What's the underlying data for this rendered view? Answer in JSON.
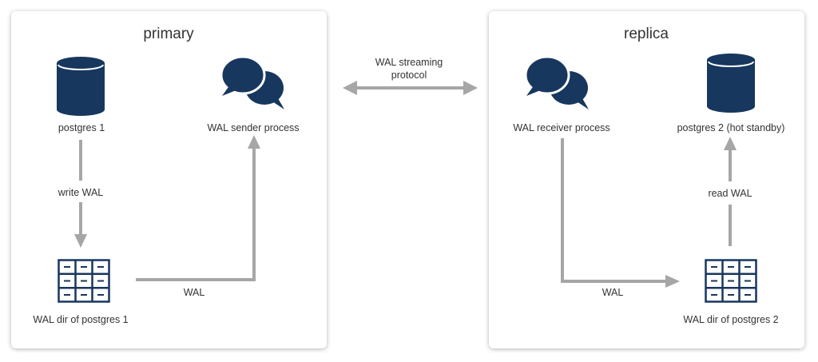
{
  "primary": {
    "title": "primary",
    "db_label": "postgres 1",
    "sender_label": "WAL sender process",
    "write_label": "write WAL",
    "waldir_label": "WAL dir of postgres 1",
    "wal_label": "WAL"
  },
  "replica": {
    "title": "replica",
    "receiver_label": "WAL receiver process",
    "db_label": "postgres 2 (hot standby)",
    "read_label": "read WAL",
    "waldir_label": "WAL dir of postgres 2",
    "wal_label": "WAL"
  },
  "protocol": {
    "line1": "WAL streaming",
    "line2": "protocol"
  },
  "colors": {
    "icon": "#17375e",
    "arrow": "#a6a6a6",
    "text": "#333333"
  }
}
